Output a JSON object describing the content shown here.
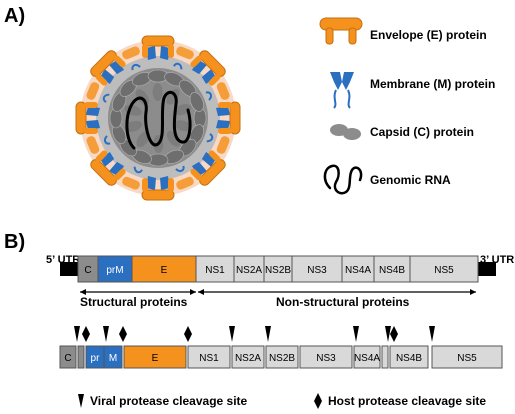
{
  "panel_a": {
    "label": "A)",
    "legend": [
      {
        "key": "envelope",
        "text": "Envelope (E) protein"
      },
      {
        "key": "membrane",
        "text": "Membrane (M) protein"
      },
      {
        "key": "capsid",
        "text": "Capsid (C) protein"
      },
      {
        "key": "rna",
        "text": "Genomic RNA"
      }
    ]
  },
  "panel_b": {
    "label": "B)",
    "utr5": "5’ UTR",
    "utr3": "3’ UTR",
    "genome": [
      {
        "label": "C",
        "kind": "capsid"
      },
      {
        "label": "prM",
        "kind": "membrane"
      },
      {
        "label": "E",
        "kind": "envelope"
      },
      {
        "label": "NS1",
        "kind": "ns"
      },
      {
        "label": "NS2A",
        "kind": "ns"
      },
      {
        "label": "NS2B",
        "kind": "ns"
      },
      {
        "label": "NS3",
        "kind": "ns"
      },
      {
        "label": "NS4A",
        "kind": "ns"
      },
      {
        "label": "NS4B",
        "kind": "ns"
      },
      {
        "label": "NS5",
        "kind": "ns"
      }
    ],
    "structural_label": "Structural proteins",
    "nonstructural_label": "Non-structural proteins",
    "polyprotein": [
      {
        "label": "C",
        "kind": "capsid"
      },
      {
        "label": "",
        "kind": "capsid"
      },
      {
        "label": "pr",
        "kind": "membrane"
      },
      {
        "label": "M",
        "kind": "membrane"
      },
      {
        "label": "E",
        "kind": "envelope"
      },
      {
        "label": "NS1",
        "kind": "ns"
      },
      {
        "label": "NS2A",
        "kind": "ns"
      },
      {
        "label": "NS2B",
        "kind": "ns"
      },
      {
        "label": "NS3",
        "kind": "ns"
      },
      {
        "label": "NS4A",
        "kind": "ns"
      },
      {
        "label": "",
        "kind": "ns"
      },
      {
        "label": "NS4B",
        "kind": "ns"
      },
      {
        "label": "NS5",
        "kind": "ns"
      }
    ],
    "cleavage_legend": {
      "viral": "Viral protease cleavage site",
      "host": "Host protease cleavage site"
    }
  },
  "colors": {
    "envelope": "#f5921e",
    "envelope_light": "#fbc98a",
    "membrane": "#2a6fc0",
    "capsid": "#8c8c8c",
    "capsid_dark": "#6e6e6e",
    "ns": "#d9d9d9",
    "lipid": "#f8d9c6",
    "black": "#000000"
  }
}
